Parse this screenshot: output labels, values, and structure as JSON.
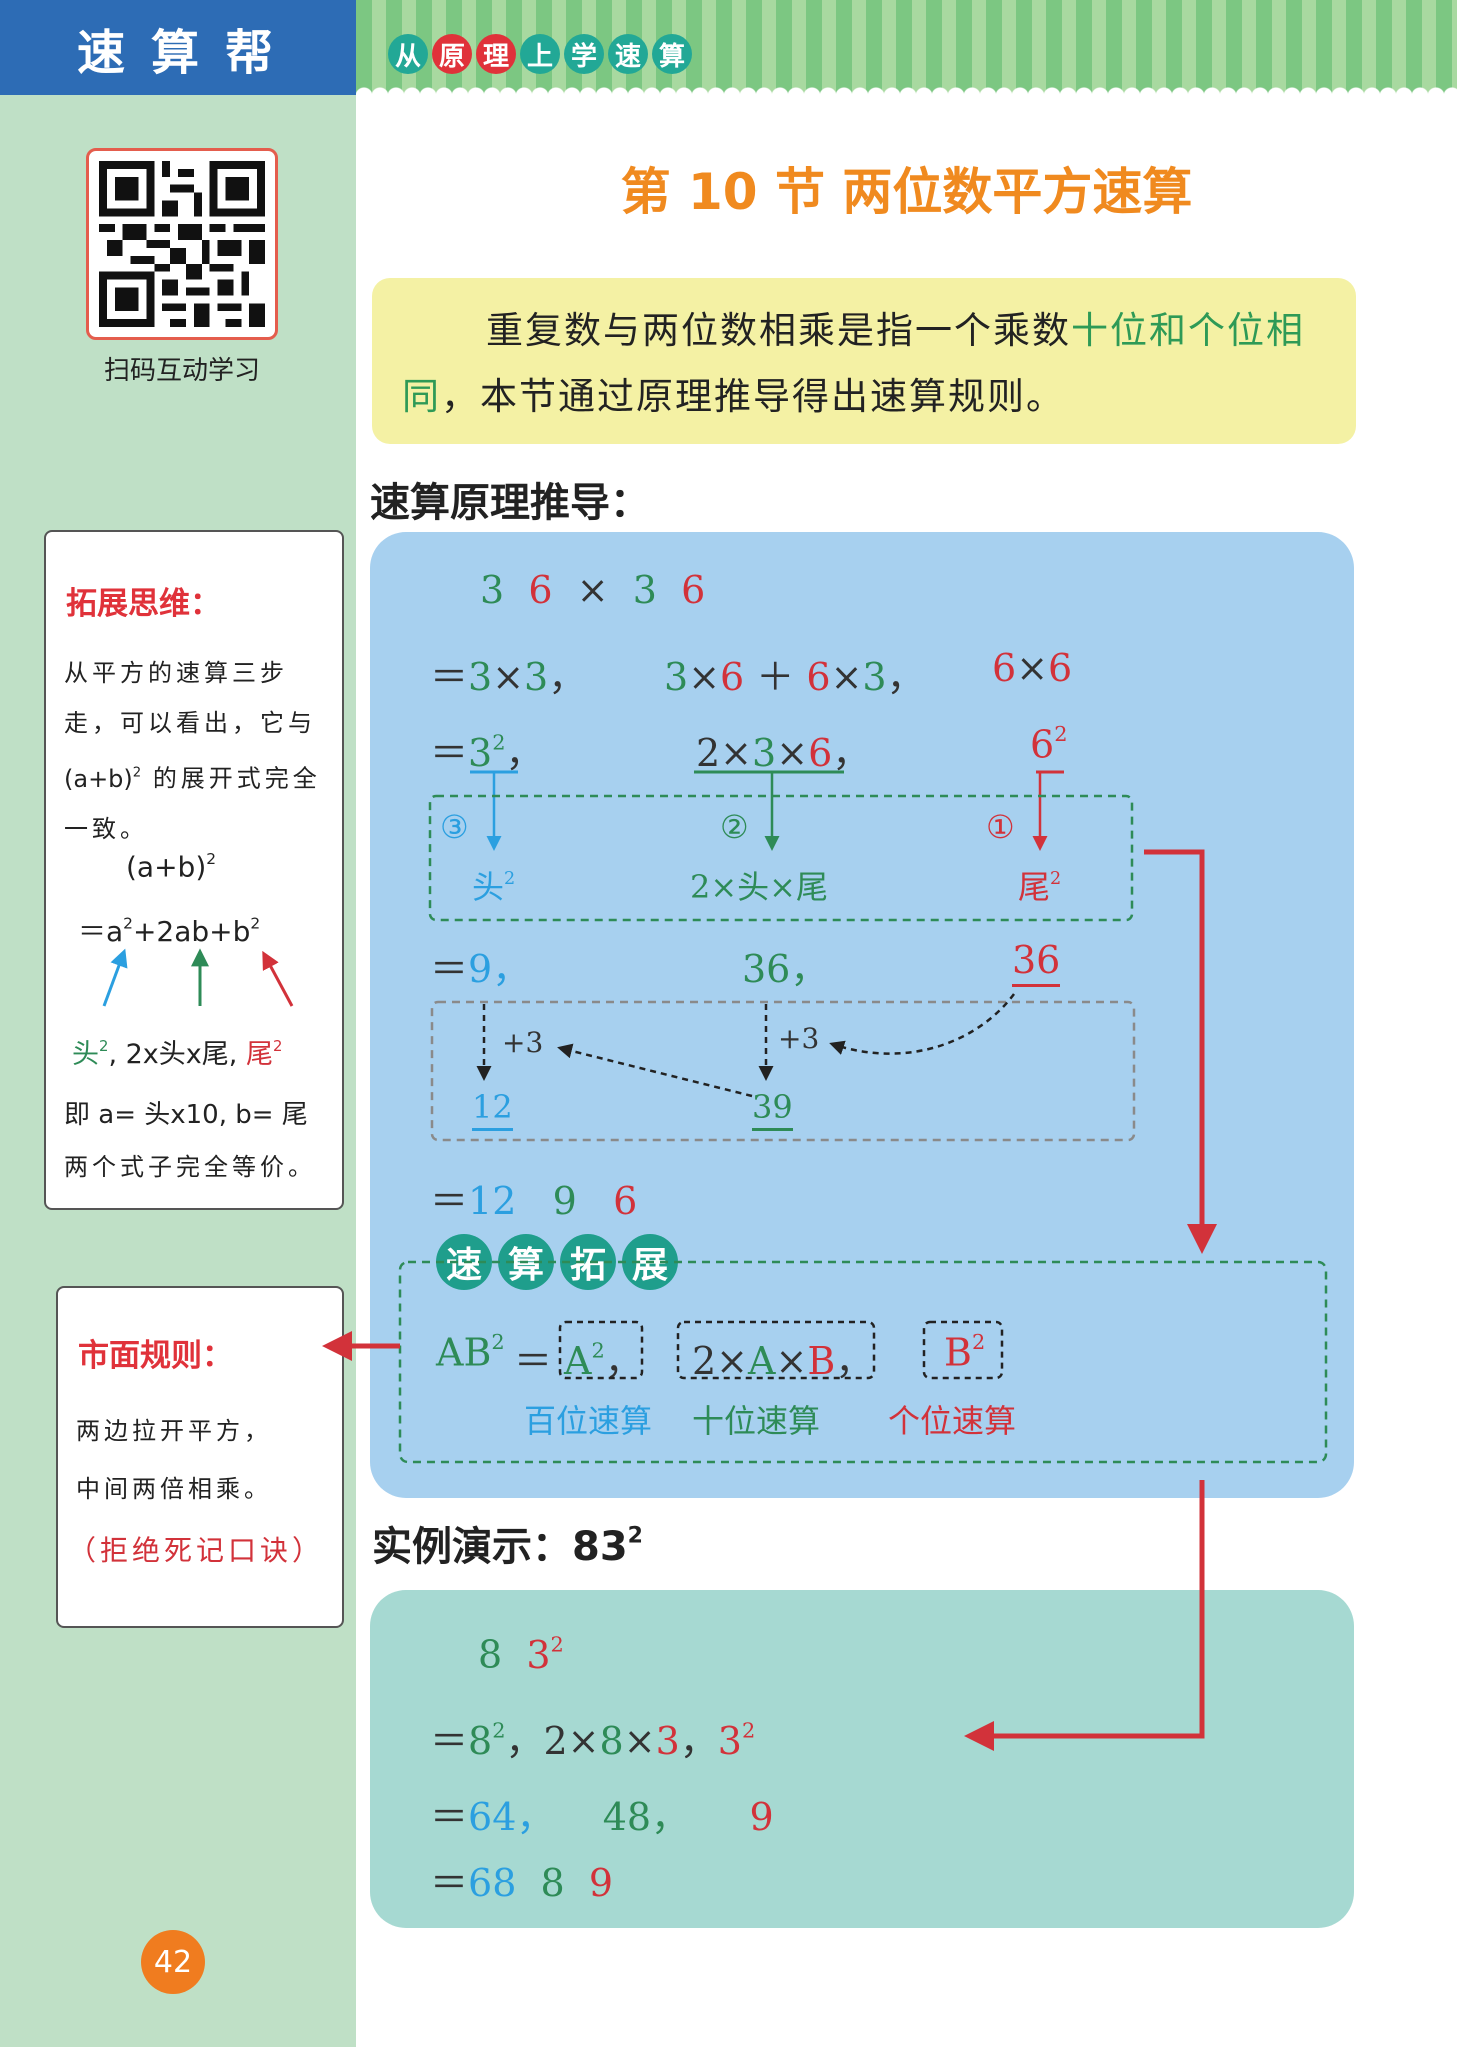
{
  "header": {
    "brand": "速算帮",
    "slogan": [
      {
        "ch": "从",
        "color": "teal"
      },
      {
        "ch": "原",
        "color": "red"
      },
      {
        "ch": "理",
        "color": "red"
      },
      {
        "ch": "上",
        "color": "teal"
      },
      {
        "ch": "学",
        "color": "teal"
      },
      {
        "ch": "速",
        "color": "teal"
      },
      {
        "ch": "算",
        "color": "teal"
      }
    ]
  },
  "sidebar": {
    "qr_caption": "扫码互动学习",
    "expand": {
      "heading": "拓展思维：",
      "body_1": "从平方的速算三步走，可以看出，它与",
      "body_2a": "(a+b)",
      "body_2b": "的展开式完全一致。",
      "formula_1": "(a+b)",
      "formula_2": "＝a",
      "formula_2b": "+2ab+b",
      "labels": [
        "头",
        "2x头x尾",
        "尾"
      ],
      "note_1": "即 a= 头x10, b= 尾",
      "note_2": "两个式子完全等价。"
    },
    "market": {
      "heading": "市面规则：",
      "line_1": "两边拉开平方，",
      "line_2": "中间两倍相乘。",
      "line_3": "（拒绝死记口诀）"
    }
  },
  "main": {
    "title": "第 10 节  两位数平方速算",
    "intro": {
      "part_1": "重复数与两位数相乘是指一个乘数",
      "highlight": "十位和个位相同",
      "part_2": "，本节通过原理推导得出速算规则。"
    },
    "derivation_label": "速算原理推导：",
    "example_label": "实例演示：83",
    "steps": {
      "step_labels": [
        "③",
        "②",
        "①"
      ],
      "part_labels": [
        "头",
        "2×头×尾",
        "尾"
      ],
      "carry": "+3",
      "results": [
        "9，",
        "36，",
        "36"
      ],
      "carry_results": [
        "12",
        "39"
      ],
      "final": [
        "12",
        "9",
        "6"
      ]
    },
    "extension": {
      "badge": [
        "速",
        "算",
        "拓",
        "展"
      ],
      "place_labels": [
        "百位速算",
        "十位速算",
        "个位速算"
      ]
    },
    "example": {
      "results": [
        "64，",
        "48，",
        "9"
      ],
      "final": [
        "68",
        "8",
        "9"
      ]
    }
  },
  "footer": {
    "page_number": "42"
  },
  "colors": {
    "title": "#f08a1f",
    "red": "#d2323a",
    "green": "#2e8b57",
    "blue": "#2b9fe0",
    "sidebar": "#bfe0c6",
    "header": "#2d6cb5"
  }
}
